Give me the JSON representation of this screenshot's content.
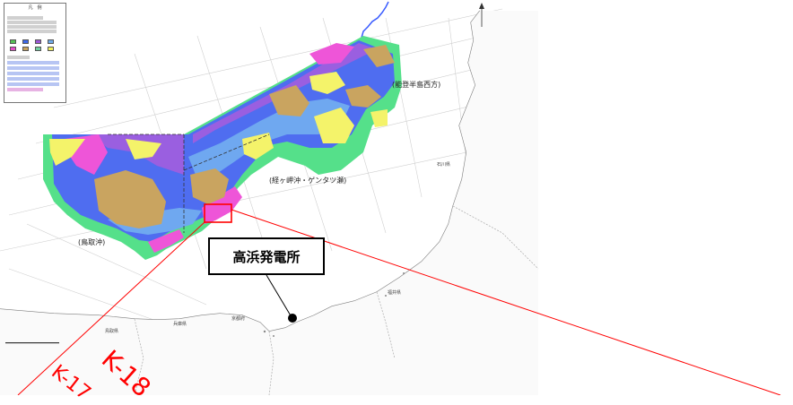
{
  "legend": {
    "title": "凡　例",
    "colors": [
      "#55c055",
      "#3d68e8",
      "#9b59d6",
      "#6ea9e8",
      "#e44bc8",
      "#c8a25c",
      "#f0f05a",
      "#6fd0a0"
    ]
  },
  "callout": {
    "text": "高浜発電所"
  },
  "labels": {
    "noto_west": "(能登半島西方)",
    "kyogamisaki": "(経ヶ岬沖・ゲンタツ瀬)",
    "tottori_oki": "(鳥取沖)",
    "ishikawa": "石川県",
    "fukui": "福井県",
    "kyoto": "京都府",
    "hyogo": "兵庫県",
    "tottori": "鳥取県"
  },
  "fault_labels": {
    "k18": "K-18",
    "k17": "K-17"
  },
  "colors": {
    "green": "#55e08a",
    "blue": "#4f6df0",
    "lightblue": "#6fa8f0",
    "purple": "#9a5fe0",
    "magenta": "#ee55d8",
    "tan": "#c9a460",
    "yellow": "#f4f36a",
    "red_line": "#ff0000",
    "river": "#3a5cff"
  }
}
